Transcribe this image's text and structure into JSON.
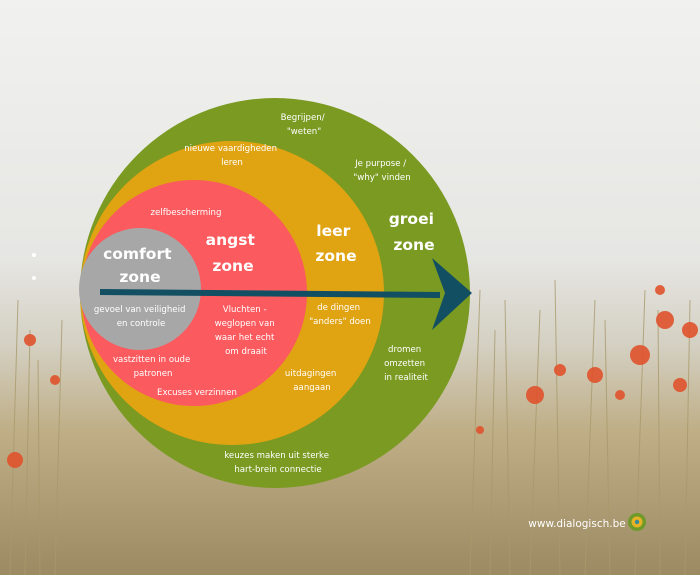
{
  "colors": {
    "groei": "#7a9a22",
    "leer": "#e0a312",
    "angst": "#fb5a5e",
    "comfort": "#a7a7a7",
    "arrow": "#134f62",
    "sky": "#eaeae8",
    "field": "#b8a67c",
    "poppy": "#e0532d"
  },
  "zones": {
    "comfort": {
      "line1": "comfort",
      "line2": "zone"
    },
    "angst": {
      "line1": "angst",
      "line2": "zone"
    },
    "leer": {
      "line1": "leer",
      "line2": "zone"
    },
    "groei": {
      "line1": "groei",
      "line2": "zone"
    }
  },
  "labels": {
    "groei_top_1": "Begrijpen/",
    "groei_top_2": "\"weten\"",
    "groei_purpose_1": "Je purpose /",
    "groei_purpose_2": "\"why\" vinden",
    "groei_dromen_1": "dromen",
    "groei_dromen_2": "omzetten",
    "groei_dromen_3": "in realiteit",
    "groei_keuzes_1": "keuzes maken uit  sterke",
    "groei_keuzes_2": "hart-brein connectie",
    "leer_vaardigheden_1": "nieuwe vaardigheden",
    "leer_vaardigheden_2": "leren",
    "leer_dingen_1": "de dingen",
    "leer_dingen_2": "\"anders\" doen",
    "leer_uitdagingen_1": "uitdagingen",
    "leer_uitdagingen_2": "aangaan",
    "angst_zelfbescherming": "zelfbescherming",
    "angst_vluchten_1": "Vluchten -",
    "angst_vluchten_2": "weglopen van",
    "angst_vluchten_3": "waar het echt",
    "angst_vluchten_4": "om draait",
    "angst_patronen_1": "vastzitten in oude",
    "angst_patronen_2": "patronen",
    "angst_excuses": "Excuses verzinnen",
    "comfort_gevoel_1": "gevoel van veiligheid",
    "comfort_gevoel_2": "en controle"
  },
  "watermark": "www.dialogisch.be"
}
